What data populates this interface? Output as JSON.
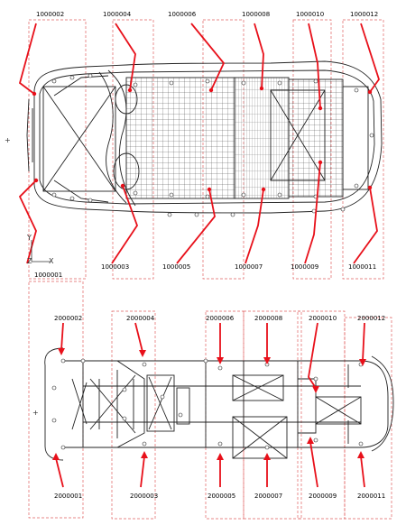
{
  "top_view": {
    "labels_top": [
      "1000002",
      "1000004",
      "1000006",
      "1000008",
      "1000010",
      "1000012"
    ],
    "labels_bottom": [
      "1000001",
      "1000003",
      "1000005",
      "1000007",
      "1000009",
      "1000011"
    ]
  },
  "bottom_view": {
    "labels_top": [
      "2000002",
      "2000004",
      "2000006",
      "2000008",
      "2000010",
      "2000012"
    ],
    "labels_bottom": [
      "2000001",
      "2000003",
      "2000005",
      "2000007",
      "2000009",
      "2000011"
    ]
  },
  "axes": {
    "y": "Y",
    "z": "Z",
    "x": "X"
  },
  "colors": {
    "arrow": "#e8101a",
    "frame": "#e06060",
    "mesh": "#222222"
  }
}
